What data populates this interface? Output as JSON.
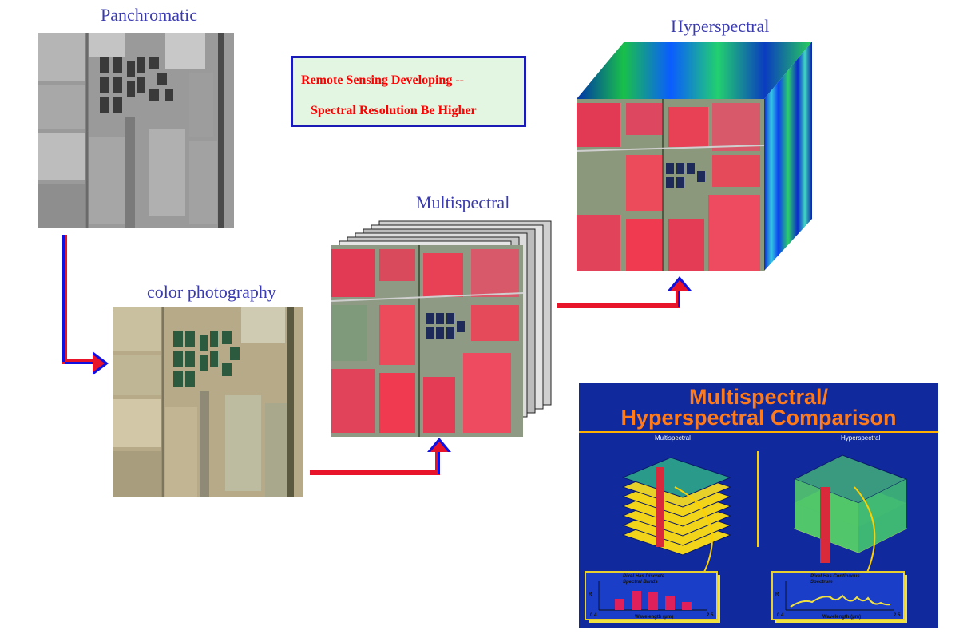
{
  "labels": {
    "panchromatic": "Panchromatic",
    "color_photography": "color photography",
    "multispectral": "Multispectral",
    "hyperspectral": "Hyperspectral"
  },
  "title_box": {
    "line1": "Remote Sensing Developing --",
    "line2": "Spectral Resolution Be Higher"
  },
  "comparison": {
    "title_line1": "Multispectral/",
    "title_line2": "Hyperspectral Comparison",
    "left_label": "Multispectral",
    "right_label": "Hyperspectral",
    "left_caption": "Pixel Has Discrete Spectral Bands",
    "right_caption": "Pixel Has Continuous Spectrum",
    "axis_r": "R",
    "x_axis": "Wavelength (μm)",
    "x_min": "0.4",
    "x_max": "2.5"
  },
  "colors": {
    "arrow_red": "#e8142a",
    "arrow_blue": "#1010e0",
    "label_blue": "#3b3bb0",
    "title_red": "#ff0000",
    "panel_blue": "#102a9e",
    "panel_orange": "#ff7a1a"
  }
}
